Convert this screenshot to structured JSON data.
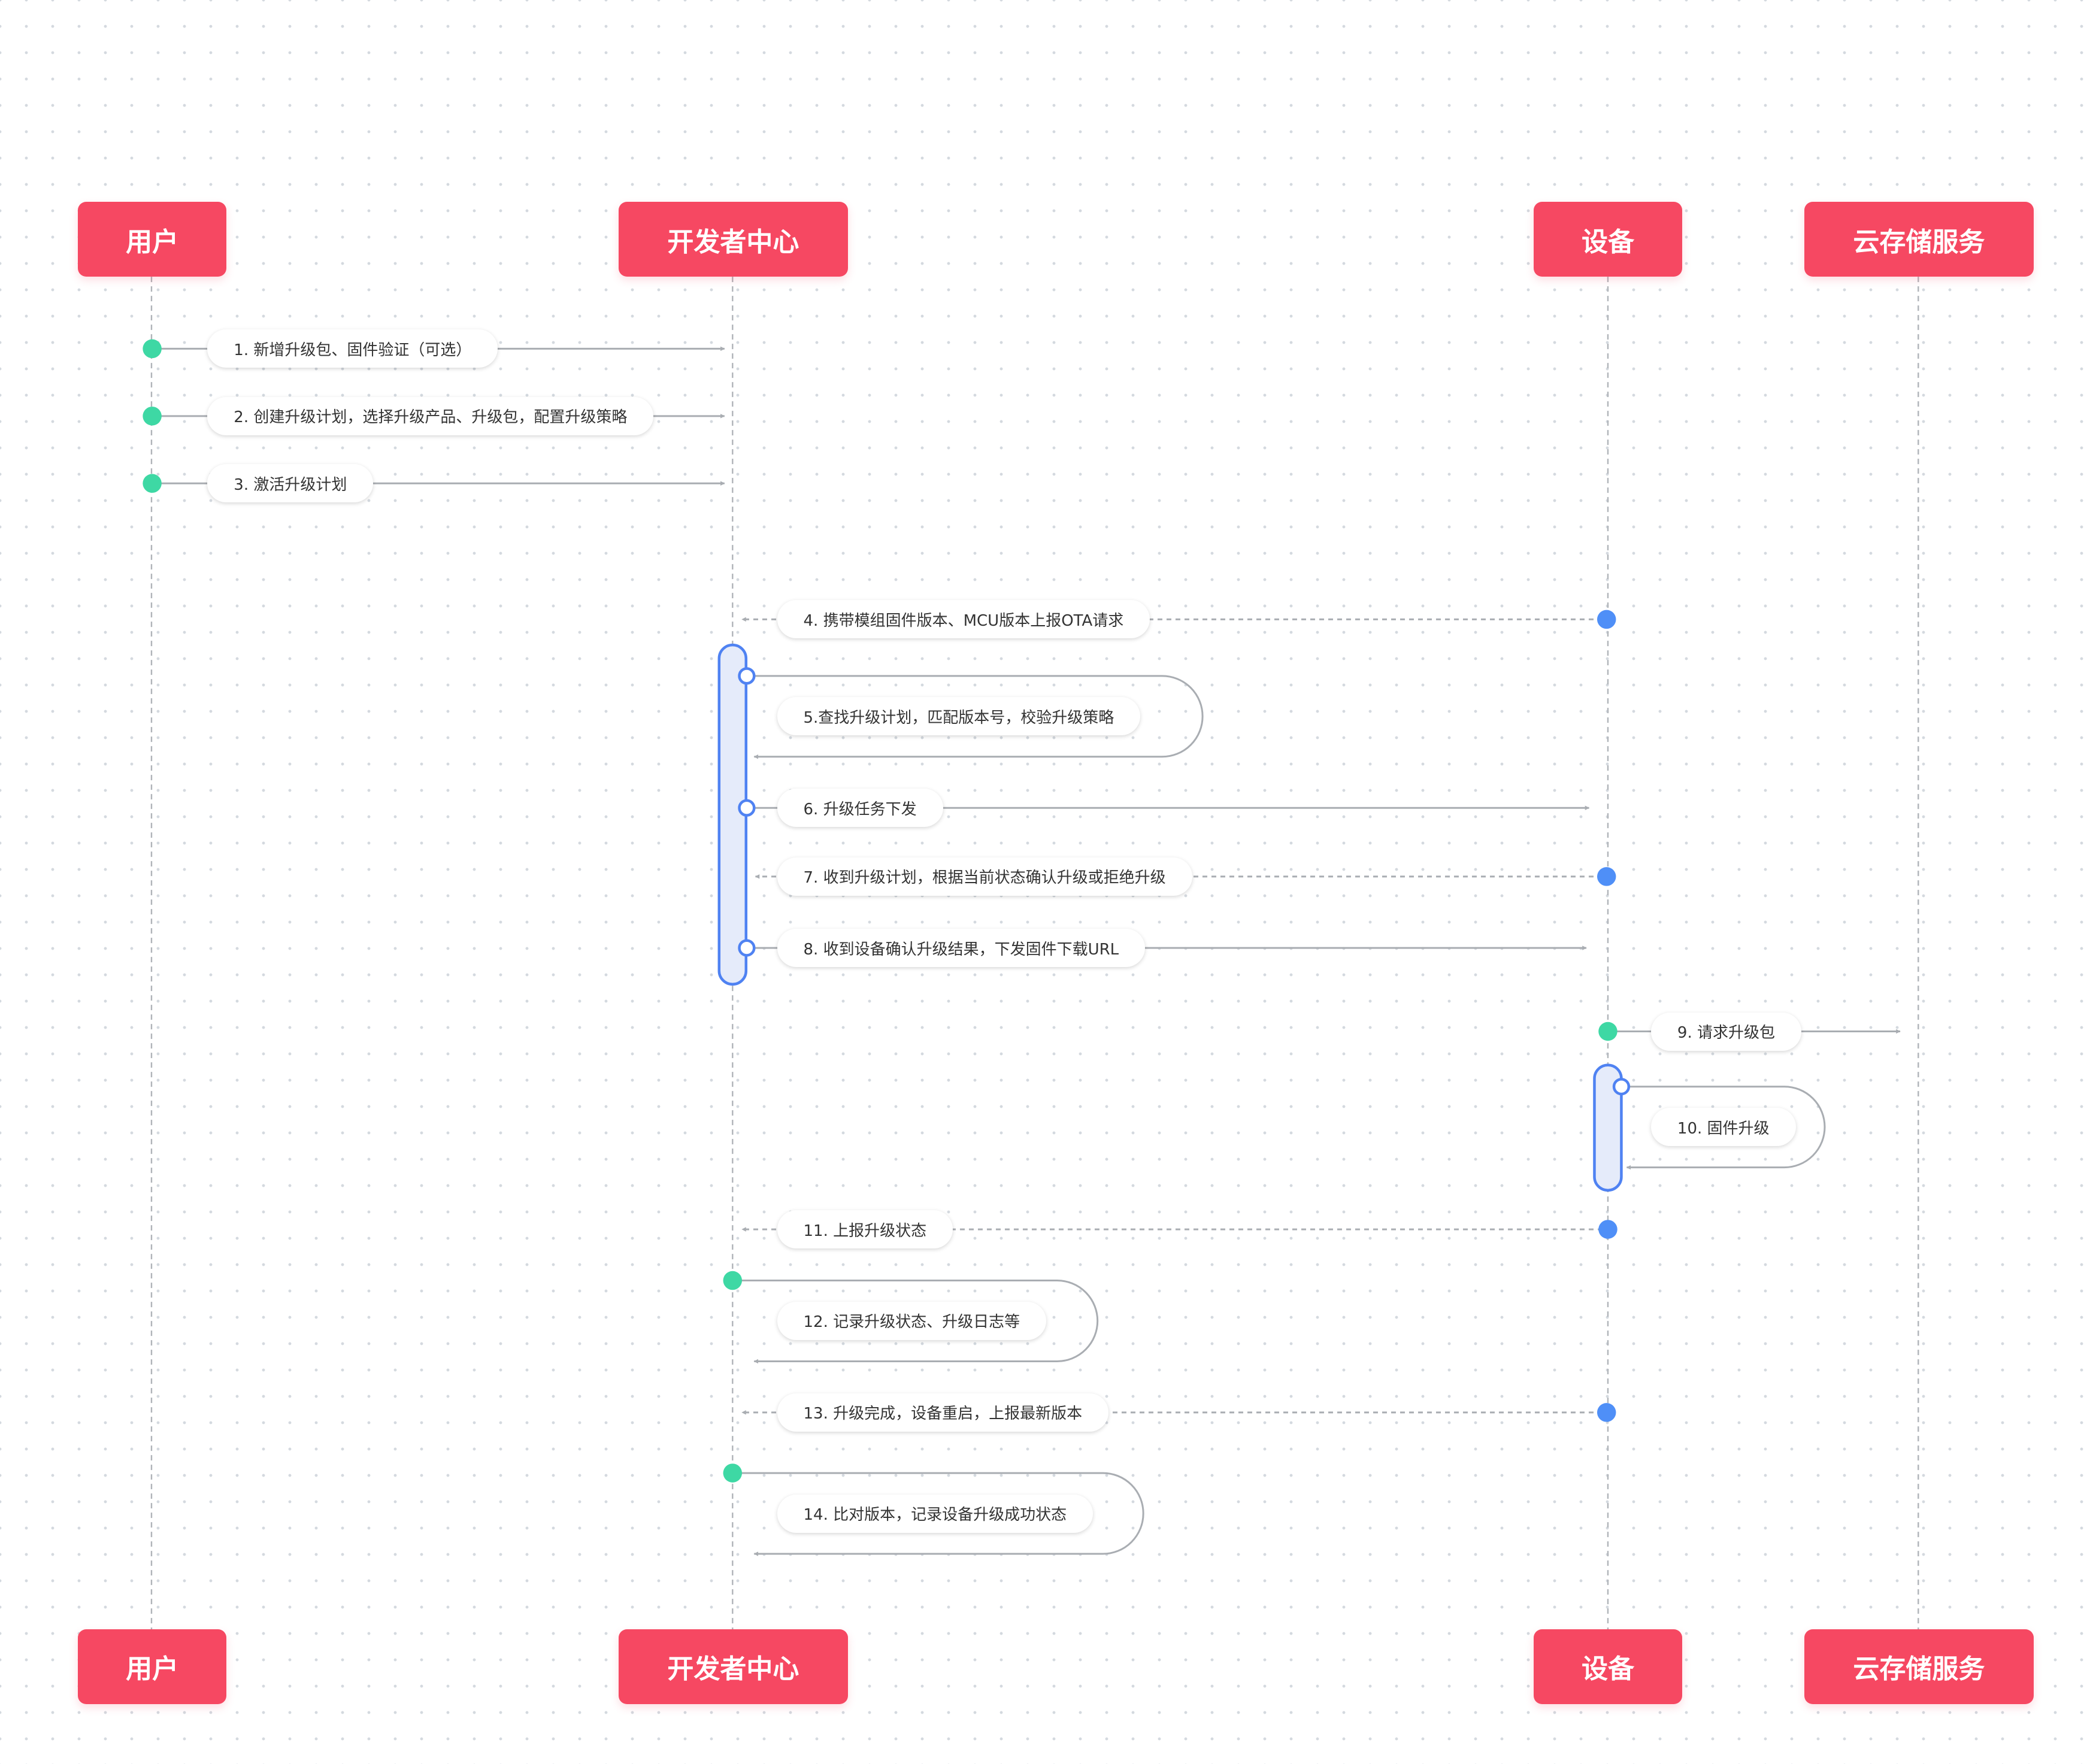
{
  "participants": [
    {
      "id": "user",
      "label": "用户"
    },
    {
      "id": "devcenter",
      "label": "开发者中心"
    },
    {
      "id": "device",
      "label": "设备"
    },
    {
      "id": "storage",
      "label": "云存储服务"
    }
  ],
  "messages": [
    {
      "no": 1,
      "text": "1. 新增升级包、固件验证（可选）",
      "from": "user",
      "to": "devcenter",
      "style": "solid"
    },
    {
      "no": 2,
      "text": "2. 创建升级计划，选择升级产品、升级包，配置升级策略",
      "from": "user",
      "to": "devcenter",
      "style": "solid"
    },
    {
      "no": 3,
      "text": "3. 激活升级计划",
      "from": "user",
      "to": "devcenter",
      "style": "solid"
    },
    {
      "no": 4,
      "text": "4. 携带模组固件版本、MCU版本上报OTA请求",
      "from": "device",
      "to": "devcenter",
      "style": "dashed"
    },
    {
      "no": 5,
      "text": "5.查找升级计划，匹配版本号，校验升级策略",
      "from": "devcenter",
      "to": "devcenter",
      "style": "self"
    },
    {
      "no": 6,
      "text": "6. 升级任务下发",
      "from": "devcenter",
      "to": "device",
      "style": "solid"
    },
    {
      "no": 7,
      "text": "7. 收到升级计划，根据当前状态确认升级或拒绝升级",
      "from": "device",
      "to": "devcenter",
      "style": "dashed"
    },
    {
      "no": 8,
      "text": "8. 收到设备确认升级结果，下发固件下载URL",
      "from": "devcenter",
      "to": "device",
      "style": "solid"
    },
    {
      "no": 9,
      "text": "9. 请求升级包",
      "from": "device",
      "to": "storage",
      "style": "solid"
    },
    {
      "no": 10,
      "text": "10. 固件升级",
      "from": "device",
      "to": "device",
      "style": "self"
    },
    {
      "no": 11,
      "text": "11. 上报升级状态",
      "from": "device",
      "to": "devcenter",
      "style": "dashed"
    },
    {
      "no": 12,
      "text": "12. 记录升级状态、升级日志等",
      "from": "devcenter",
      "to": "devcenter",
      "style": "self"
    },
    {
      "no": 13,
      "text": "13. 升级完成，设备重启，上报最新版本",
      "from": "device",
      "to": "devcenter",
      "style": "dashed"
    },
    {
      "no": 14,
      "text": "14. 比对版本，记录设备升级成功状态",
      "from": "devcenter",
      "to": "devcenter",
      "style": "self"
    }
  ],
  "colors": {
    "actor": "#f64862",
    "lifeline": "#b0b4b9",
    "arrow": "#a9adb2",
    "green_dot": "#3ed8a4",
    "blue_dot": "#4f8ff7",
    "activation_fill": "#e5ebfa",
    "activation_stroke": "#4f82f2"
  }
}
